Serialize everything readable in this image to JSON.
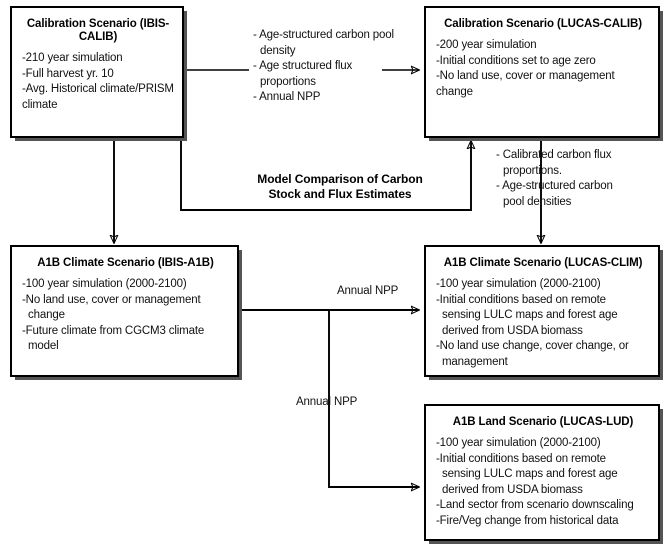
{
  "diagram": {
    "title": "Model Comparison of Carbon Stock and Flux Estimates",
    "comparison_label": "Model Comparison of Carbon\nStock and Flux Estimates",
    "colors": {
      "background": "#ffffff",
      "box_border": "#000000",
      "box_shadow": "#555555",
      "text": "#111111",
      "connector": "#000000"
    }
  },
  "boxes": {
    "ibis_calib": {
      "title": "Calibration Scenario (IBIS-CALIB)",
      "lines": [
        {
          "text": "-210 year simulation",
          "indent": false
        },
        {
          "text": "-Full harvest yr. 10",
          "indent": false
        },
        {
          "text": "-Avg. Historical climate/PRISM climate",
          "indent": false
        }
      ]
    },
    "lucas_calib": {
      "title": "Calibration Scenario (LUCAS-CALIB)",
      "lines": [
        {
          "text": "-200 year simulation",
          "indent": false
        },
        {
          "text": "-Initial conditions set to age zero",
          "indent": false
        },
        {
          "text": "-No land use, cover or management",
          "indent": false
        },
        {
          "text": "change",
          "indent": false
        }
      ]
    },
    "ibis_a1b": {
      "title": "A1B Climate Scenario (IBIS-A1B)",
      "lines": [
        {
          "text": "-100 year simulation (2000-2100)",
          "indent": false
        },
        {
          "text": "-No land use, cover or management",
          "indent": false
        },
        {
          "text": "change",
          "indent": true
        },
        {
          "text": "-Future climate from CGCM3 climate",
          "indent": false
        },
        {
          "text": "model",
          "indent": true
        }
      ]
    },
    "lucas_clim": {
      "title": "A1B Climate Scenario (LUCAS-CLIM)",
      "lines": [
        {
          "text": "-100 year simulation (2000-2100)",
          "indent": false
        },
        {
          "text": "-Initial conditions based on remote",
          "indent": false
        },
        {
          "text": "sensing LULC maps and forest age",
          "indent": true
        },
        {
          "text": "derived from USDA biomass",
          "indent": true
        },
        {
          "text": "-No land use change, cover change, or",
          "indent": false
        },
        {
          "text": "management",
          "indent": true
        }
      ]
    },
    "lucas_lud": {
      "title": "A1B Land Scenario (LUCAS-LUD)",
      "lines": [
        {
          "text": "-100 year simulation (2000-2100)",
          "indent": false
        },
        {
          "text": "-Initial conditions based on remote",
          "indent": false
        },
        {
          "text": "sensing LULC maps and forest age",
          "indent": true
        },
        {
          "text": "derived from USDA biomass",
          "indent": true
        },
        {
          "text": "-Land sector from scenario downscaling",
          "indent": false
        },
        {
          "text": "-Fire/Veg change from historical data",
          "indent": false
        }
      ]
    }
  },
  "annotations": {
    "calib_transfer": {
      "lines": [
        {
          "text": "- Age-structured carbon pool",
          "indent": false
        },
        {
          "text": "density",
          "indent": true
        },
        {
          "text": "- Age structured flux",
          "indent": false
        },
        {
          "text": "proportions",
          "indent": true
        },
        {
          "text": "- Annual NPP",
          "indent": false
        }
      ]
    },
    "calibrated_outputs": {
      "lines": [
        {
          "text": "- Calibrated carbon flux",
          "indent": false
        },
        {
          "text": "proportions.",
          "indent": true
        },
        {
          "text": "- Age-structured carbon",
          "indent": false
        },
        {
          "text": "pool densities",
          "indent": true
        }
      ]
    },
    "annual_npp_upper": "Annual NPP",
    "annual_npp_lower": "Annual NPP"
  }
}
